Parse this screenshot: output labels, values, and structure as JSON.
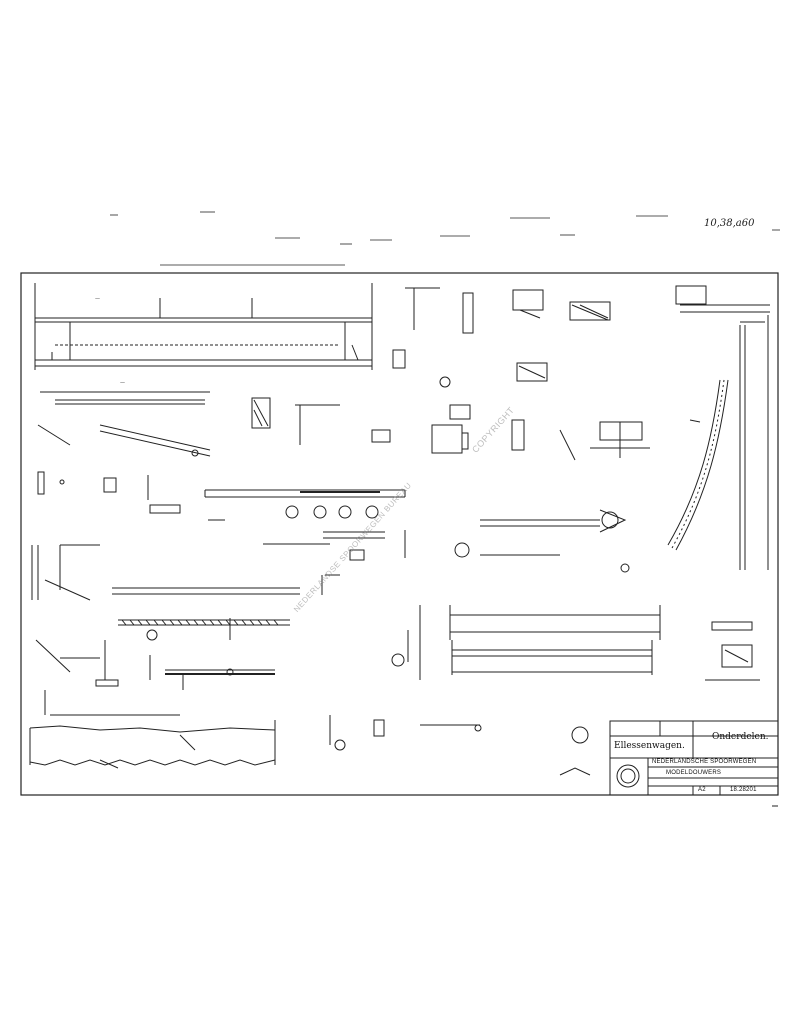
{
  "header": {
    "handwritten_ref": "10,38,a60"
  },
  "title_block": {
    "wagon_name": "Ellessenwagen.",
    "part_title": "Onderdelen.",
    "company": "NEDERLANDSCHE SPOORWEGEN",
    "department": "MODELDOUWERS",
    "scale": "A2",
    "drawing_number": "18.28201"
  },
  "watermark": {
    "text_a": "NEDERLANDSE SPOORWEGEN BUREAU",
    "text_b": "COPYRIGHT"
  },
  "colors": {
    "line": "#222222",
    "paper": "#ffffff",
    "watermark": "#8a8a8a"
  }
}
